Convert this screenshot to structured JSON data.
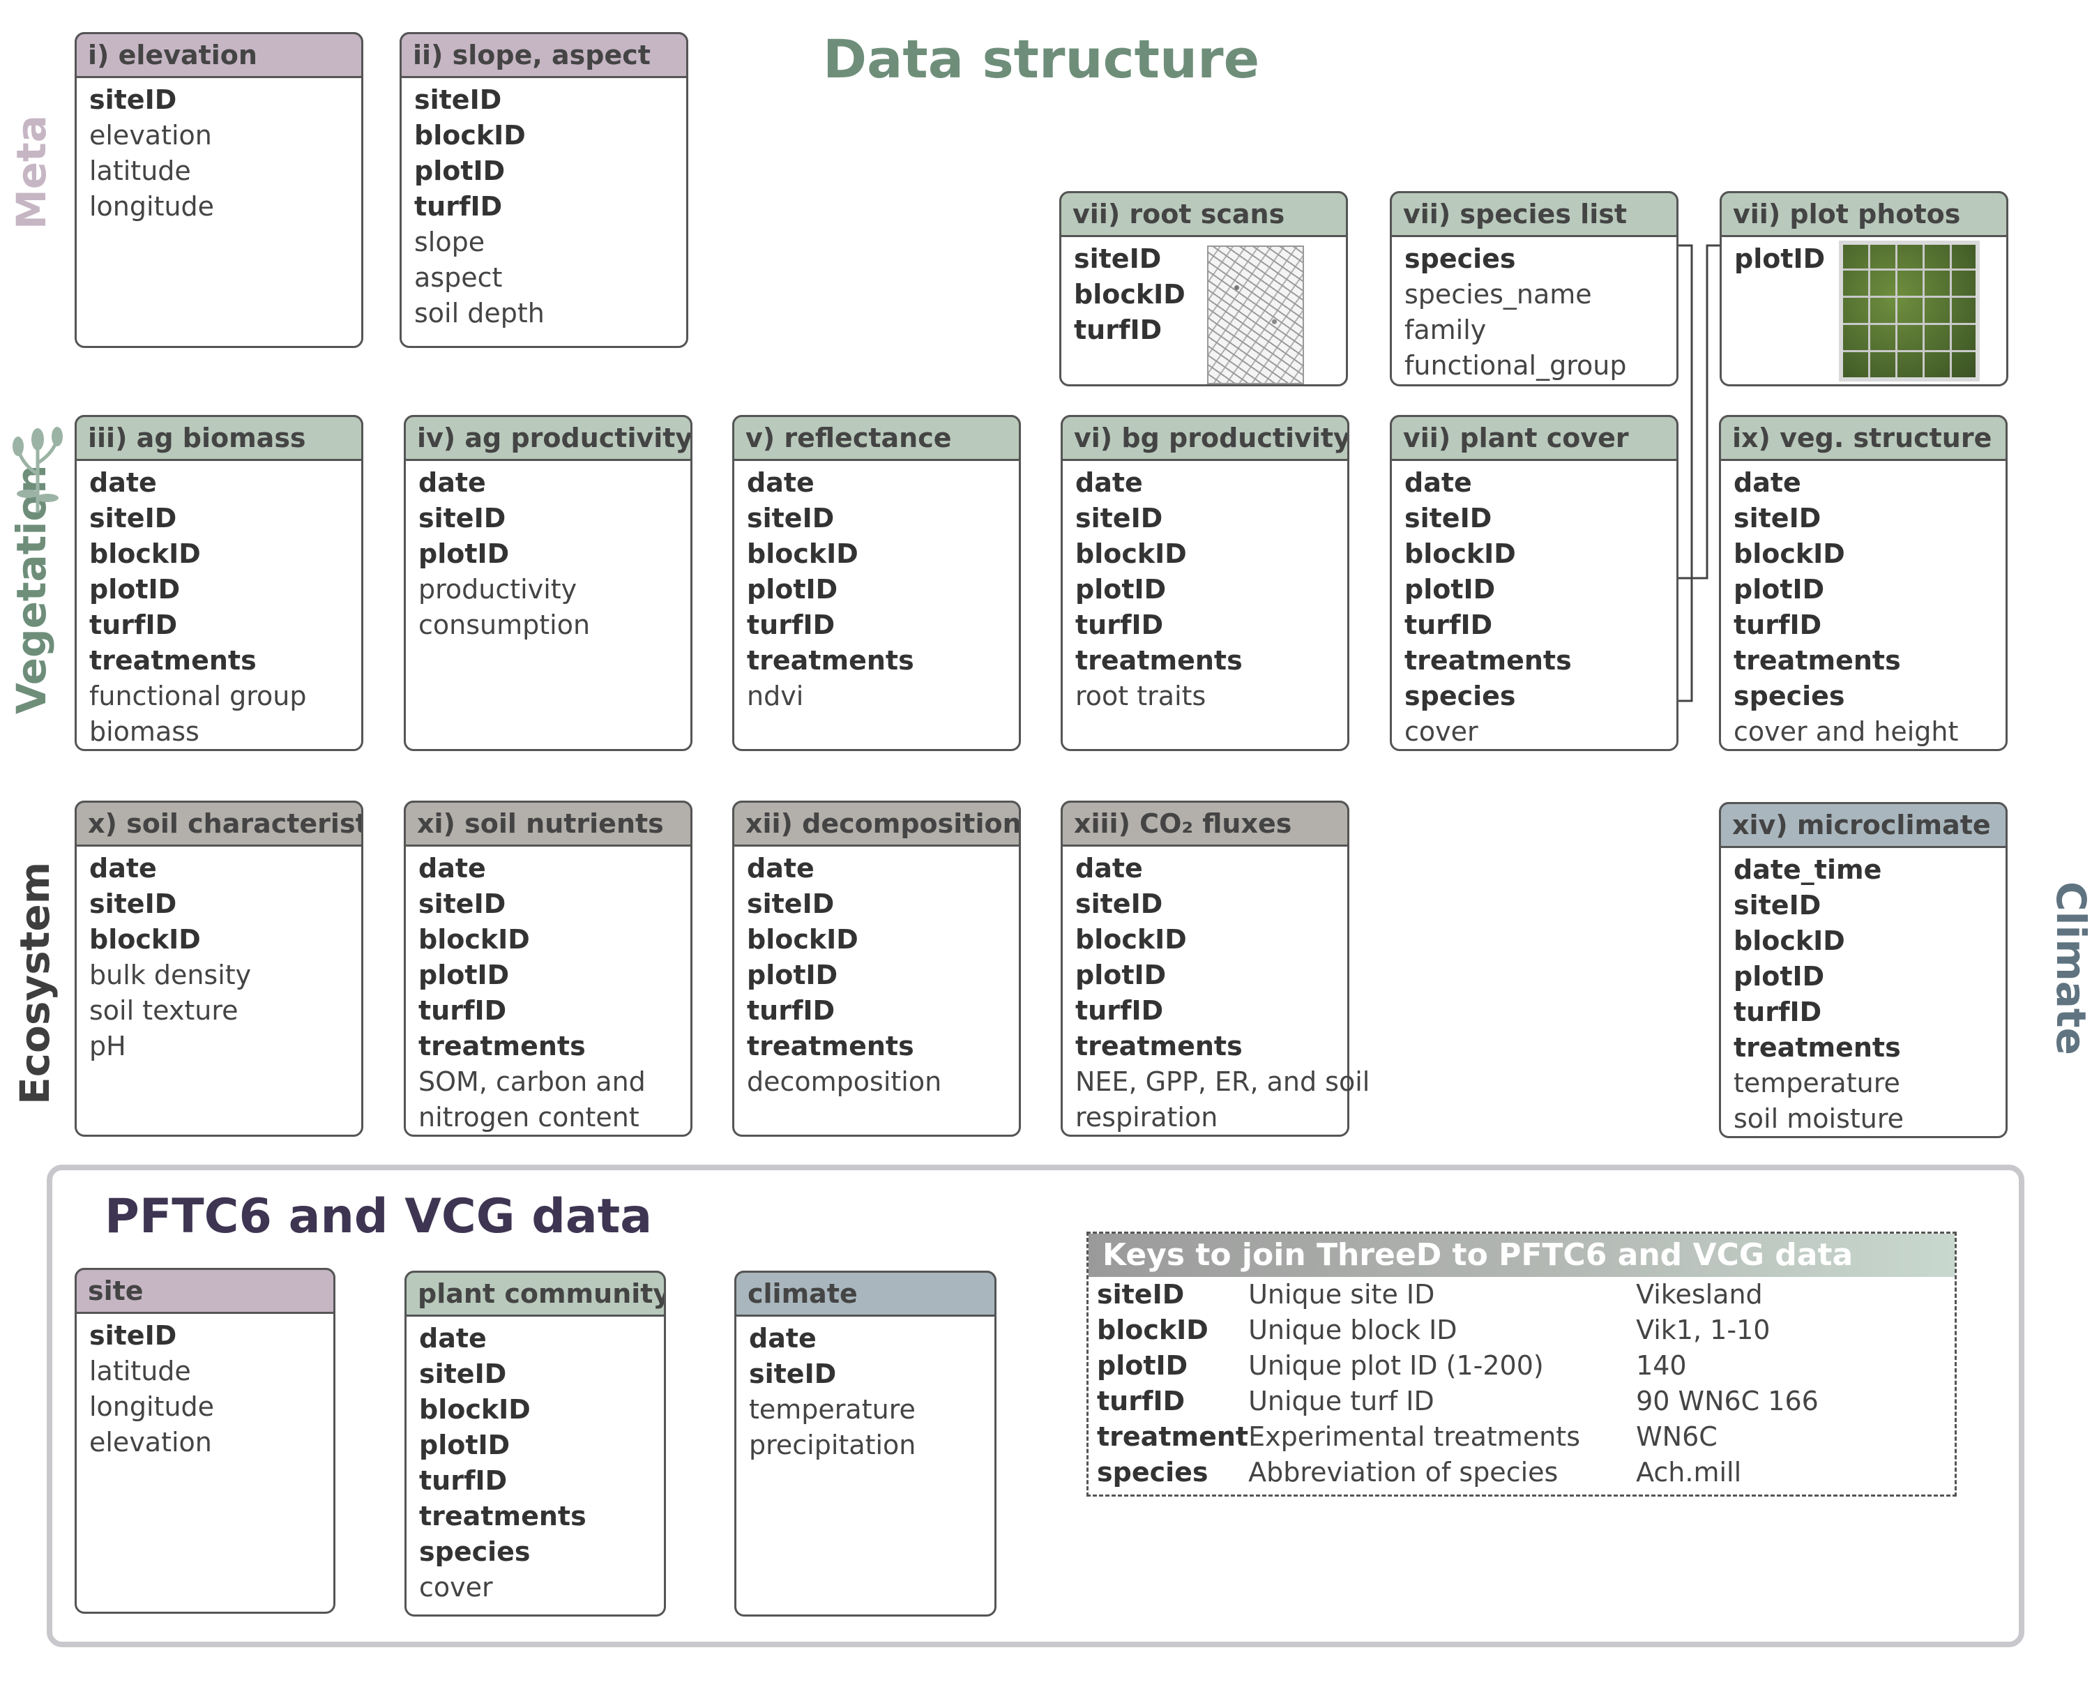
{
  "title": "Data structure",
  "side_labels": {
    "meta": "Meta",
    "vegetation": "Vegetation",
    "ecosystem": "Ecosystem",
    "climate": "Climate"
  },
  "colors": {
    "title": "#6e8e7a",
    "meta": "#c6b6c4",
    "vegetation": "#b9c9bc",
    "ecosystem": "#b3b0ab",
    "climate": "#a9b6bd",
    "pftc_title": "#3e3552"
  },
  "cards": [
    {
      "id": "elevation",
      "title": "i) elevation",
      "theme": "meta",
      "fields": [
        {
          "name": "siteID",
          "key": true
        },
        {
          "name": "elevation",
          "key": false
        },
        {
          "name": "latitude",
          "key": false
        },
        {
          "name": "longitude",
          "key": false
        }
      ]
    },
    {
      "id": "slope-aspect",
      "title": "ii) slope, aspect",
      "theme": "meta",
      "fields": [
        {
          "name": "siteID",
          "key": true
        },
        {
          "name": "blockID",
          "key": true
        },
        {
          "name": "plotID",
          "key": true
        },
        {
          "name": "turfID",
          "key": true
        },
        {
          "name": "slope",
          "key": false
        },
        {
          "name": "aspect",
          "key": false
        },
        {
          "name": "soil depth",
          "key": false
        }
      ]
    },
    {
      "id": "root-scans",
      "title": "vii) root scans",
      "theme": "veg",
      "fields": [
        {
          "name": "siteID",
          "key": true
        },
        {
          "name": "blockID",
          "key": true
        },
        {
          "name": "turfID",
          "key": true
        }
      ]
    },
    {
      "id": "species-list",
      "title": "vii) species list",
      "theme": "veg",
      "fields": [
        {
          "name": "species",
          "key": true
        },
        {
          "name": "species_name",
          "key": false
        },
        {
          "name": "family",
          "key": false
        },
        {
          "name": "functional_group",
          "key": false
        }
      ]
    },
    {
      "id": "plot-photos",
      "title": "vii) plot photos",
      "theme": "veg",
      "fields": [
        {
          "name": "plotID",
          "key": true
        }
      ]
    },
    {
      "id": "ag-biomass",
      "title": "iii) ag biomass",
      "theme": "veg",
      "fields": [
        {
          "name": "date",
          "key": true
        },
        {
          "name": "siteID",
          "key": true
        },
        {
          "name": "blockID",
          "key": true
        },
        {
          "name": "plotID",
          "key": true
        },
        {
          "name": "turfID",
          "key": true
        },
        {
          "name": "treatments",
          "key": true
        },
        {
          "name": "functional group",
          "key": false
        },
        {
          "name": "biomass",
          "key": false
        }
      ]
    },
    {
      "id": "ag-productivity",
      "title": "iv) ag productivity",
      "theme": "veg",
      "fields": [
        {
          "name": "date",
          "key": true
        },
        {
          "name": "siteID",
          "key": true
        },
        {
          "name": "plotID",
          "key": true
        },
        {
          "name": "productivity",
          "key": false
        },
        {
          "name": "consumption",
          "key": false
        }
      ]
    },
    {
      "id": "reflectance",
      "title": "v) reflectance",
      "theme": "veg",
      "fields": [
        {
          "name": "date",
          "key": true
        },
        {
          "name": "siteID",
          "key": true
        },
        {
          "name": "blockID",
          "key": true
        },
        {
          "name": "plotID",
          "key": true
        },
        {
          "name": "turfID",
          "key": true
        },
        {
          "name": "treatments",
          "key": true
        },
        {
          "name": "ndvi",
          "key": false
        }
      ]
    },
    {
      "id": "bg-productivity",
      "title": "vi) bg productivity",
      "theme": "veg",
      "fields": [
        {
          "name": "date",
          "key": true
        },
        {
          "name": "siteID",
          "key": true
        },
        {
          "name": "blockID",
          "key": true
        },
        {
          "name": "plotID",
          "key": true
        },
        {
          "name": "turfID",
          "key": true
        },
        {
          "name": "treatments",
          "key": true
        },
        {
          "name": "root traits",
          "key": false
        }
      ]
    },
    {
      "id": "plant-cover",
      "title": "vii) plant cover",
      "theme": "veg",
      "fields": [
        {
          "name": "date",
          "key": true
        },
        {
          "name": "siteID",
          "key": true
        },
        {
          "name": "blockID",
          "key": true
        },
        {
          "name": "plotID",
          "key": true
        },
        {
          "name": "turfID",
          "key": true
        },
        {
          "name": "treatments",
          "key": true
        },
        {
          "name": "species",
          "key": true
        },
        {
          "name": "cover",
          "key": false
        }
      ]
    },
    {
      "id": "veg-structure",
      "title": "ix) veg. structure",
      "theme": "veg",
      "fields": [
        {
          "name": "date",
          "key": true
        },
        {
          "name": "siteID",
          "key": true
        },
        {
          "name": "blockID",
          "key": true
        },
        {
          "name": "plotID",
          "key": true
        },
        {
          "name": "turfID",
          "key": true
        },
        {
          "name": "treatments",
          "key": true
        },
        {
          "name": "species",
          "key": true
        },
        {
          "name": "cover and height",
          "key": false
        }
      ]
    },
    {
      "id": "soil-characteristic",
      "title": "x) soil characteristic",
      "theme": "eco",
      "fields": [
        {
          "name": "date",
          "key": true
        },
        {
          "name": "siteID",
          "key": true
        },
        {
          "name": "blockID",
          "key": true
        },
        {
          "name": "bulk density",
          "key": false
        },
        {
          "name": "soil texture",
          "key": false
        },
        {
          "name": "pH",
          "key": false
        }
      ]
    },
    {
      "id": "soil-nutrients",
      "title": "xi) soil nutrients",
      "theme": "eco",
      "fields": [
        {
          "name": "date",
          "key": true
        },
        {
          "name": "siteID",
          "key": true
        },
        {
          "name": "blockID",
          "key": true
        },
        {
          "name": "plotID",
          "key": true
        },
        {
          "name": "turfID",
          "key": true
        },
        {
          "name": "treatments",
          "key": true
        },
        {
          "name": "SOM, carbon and",
          "key": false
        },
        {
          "name": "nitrogen content",
          "key": false
        }
      ]
    },
    {
      "id": "decomposition",
      "title": "xii) decomposition",
      "theme": "eco",
      "fields": [
        {
          "name": "date",
          "key": true
        },
        {
          "name": "siteID",
          "key": true
        },
        {
          "name": "blockID",
          "key": true
        },
        {
          "name": "plotID",
          "key": true
        },
        {
          "name": "turfID",
          "key": true
        },
        {
          "name": "treatments",
          "key": true
        },
        {
          "name": "decomposition",
          "key": false
        }
      ]
    },
    {
      "id": "co2-fluxes",
      "title": "xiii) CO₂ fluxes",
      "theme": "eco",
      "fields": [
        {
          "name": "date",
          "key": true
        },
        {
          "name": "siteID",
          "key": true
        },
        {
          "name": "blockID",
          "key": true
        },
        {
          "name": "plotID",
          "key": true
        },
        {
          "name": "turfID",
          "key": true
        },
        {
          "name": "treatments",
          "key": true
        },
        {
          "name": "NEE, GPP, ER, and soil",
          "key": false
        },
        {
          "name": "respiration",
          "key": false
        }
      ]
    },
    {
      "id": "microclimate",
      "title": "xiv) microclimate",
      "theme": "clim",
      "fields": [
        {
          "name": "date_time",
          "key": true
        },
        {
          "name": "siteID",
          "key": true
        },
        {
          "name": "blockID",
          "key": true
        },
        {
          "name": "plotID",
          "key": true
        },
        {
          "name": "turfID",
          "key": true
        },
        {
          "name": "treatments",
          "key": true
        },
        {
          "name": "temperature",
          "key": false
        },
        {
          "name": "soil moisture",
          "key": false
        }
      ]
    },
    {
      "id": "site",
      "title": "site",
      "theme": "meta",
      "fields": [
        {
          "name": "siteID",
          "key": true
        },
        {
          "name": "latitude",
          "key": false
        },
        {
          "name": "longitude",
          "key": false
        },
        {
          "name": "elevation",
          "key": false
        }
      ]
    },
    {
      "id": "plant-community",
      "title": "plant community",
      "theme": "veg",
      "fields": [
        {
          "name": "date",
          "key": true
        },
        {
          "name": "siteID",
          "key": true
        },
        {
          "name": "blockID",
          "key": true
        },
        {
          "name": "plotID",
          "key": true
        },
        {
          "name": "turfID",
          "key": true
        },
        {
          "name": "treatments",
          "key": true
        },
        {
          "name": "species",
          "key": true
        },
        {
          "name": "cover",
          "key": false
        }
      ]
    },
    {
      "id": "climate",
      "title": "climate",
      "theme": "clim",
      "fields": [
        {
          "name": "date",
          "key": true
        },
        {
          "name": "siteID",
          "key": true
        },
        {
          "name": "temperature",
          "key": false
        },
        {
          "name": "precipitation",
          "key": false
        }
      ]
    }
  ],
  "pftc": {
    "title": "PFTC6 and VCG data",
    "keys_title": "Keys to join ThreeD to PFTC6 and VCG data",
    "keys": [
      {
        "key": "siteID",
        "description": "Unique site ID",
        "example": "Vikesland"
      },
      {
        "key": "blockID",
        "description": "Unique block ID",
        "example": "Vik1, 1-10"
      },
      {
        "key": "plotID",
        "description": "Unique plot ID (1-200)",
        "example": "140"
      },
      {
        "key": "turfID",
        "description": "Unique turf ID",
        "example": "90 WN6C 166"
      },
      {
        "key": "treatment",
        "description": "Experimental treatments",
        "example": "WN6C"
      },
      {
        "key": "species",
        "description": "Abbreviation of species",
        "example": "Ach.mill"
      }
    ]
  }
}
